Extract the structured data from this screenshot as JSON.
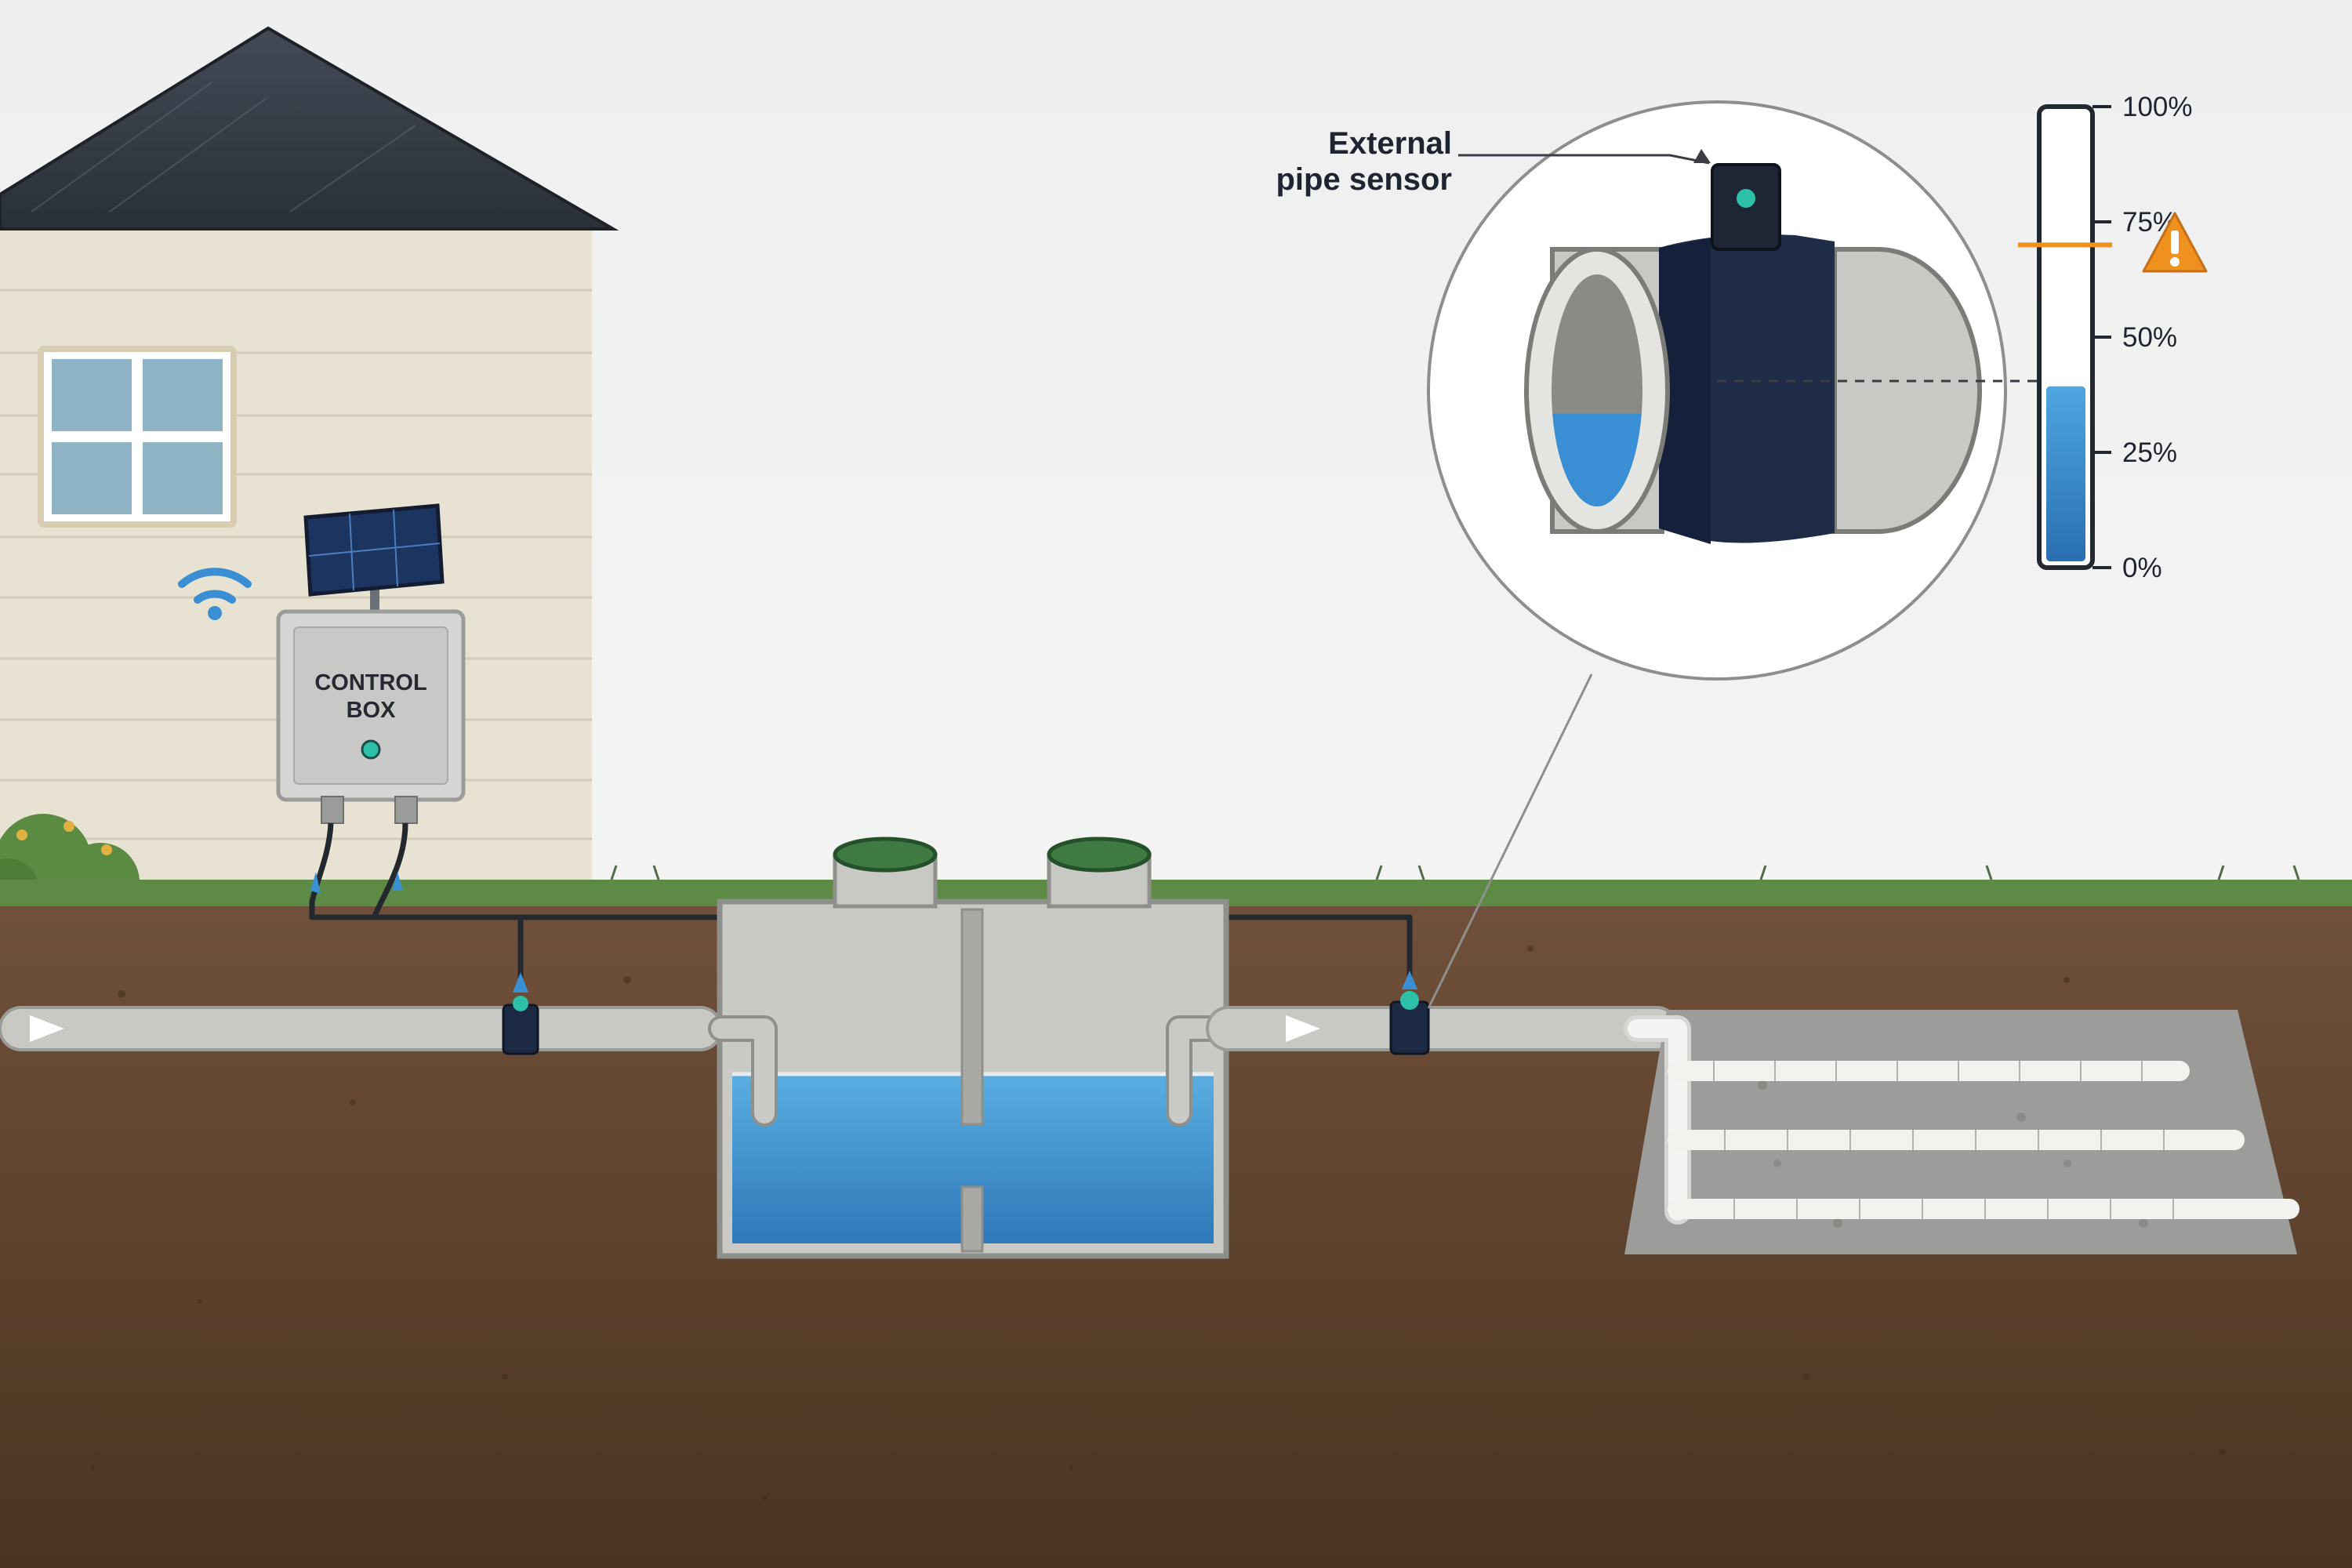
{
  "control_box": {
    "line1": "CONTROL",
    "line2": "BOX"
  },
  "callout": {
    "line1": "External",
    "line2": "pipe sensor"
  },
  "gauge": {
    "ticks": [
      "100%",
      "75%",
      "50%",
      "25%",
      "0%"
    ],
    "fill_level_percent": 40,
    "alarm_level_percent": 70,
    "warning_icon": "warning-triangle-icon"
  },
  "pipe_fill_percent": 40,
  "flow_direction": "left-to-right",
  "colors": {
    "water": "#3a8fd4",
    "sensor": "#1c2a44",
    "sensor_led": "#2cc0a8",
    "alarm": "#f0901e",
    "grass": "#5d8a44",
    "soil": "#6b4a30",
    "wifi": "#3a8fd4"
  }
}
